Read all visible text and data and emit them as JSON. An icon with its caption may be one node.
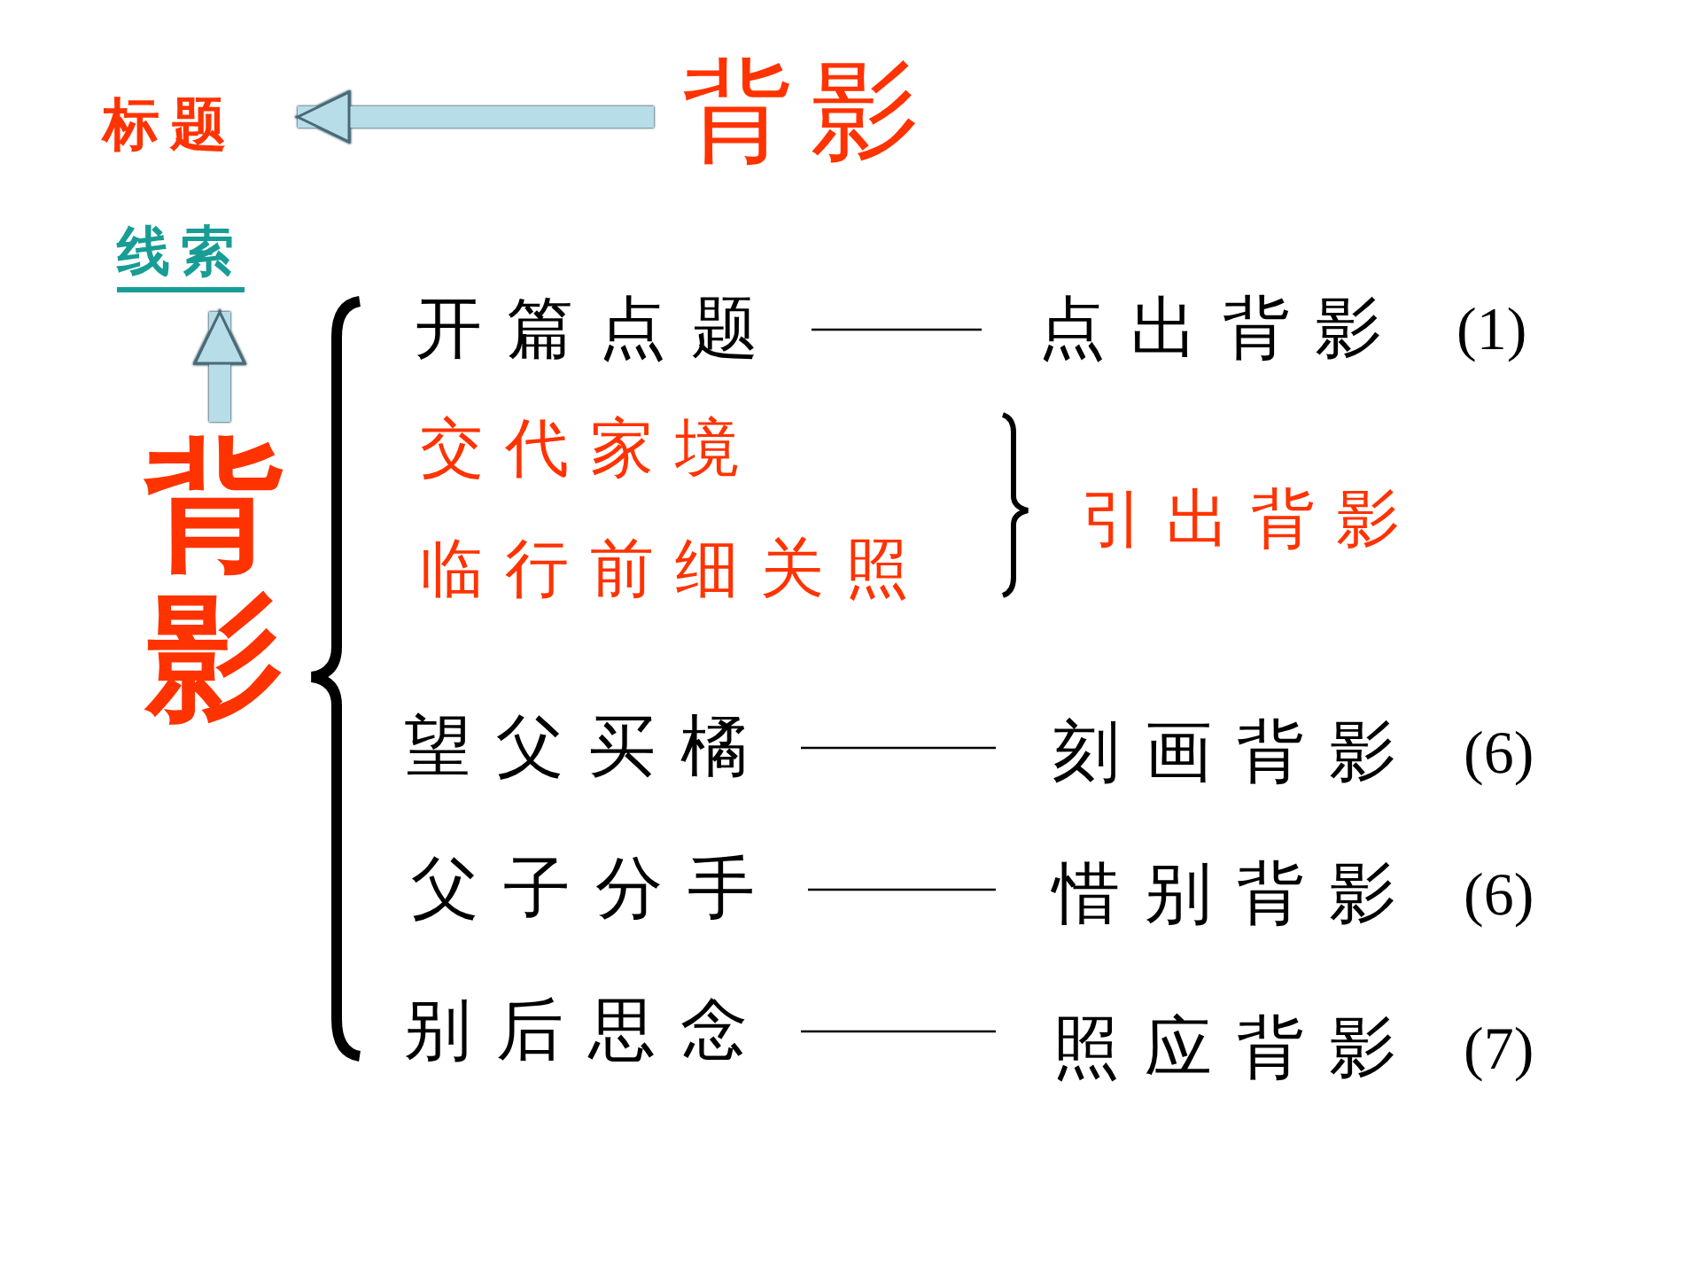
{
  "diagram": {
    "nodes": [
      {
        "text": [
          "标题"
        ]
      },
      {
        "text": [
          "背影"
        ]
      },
      {
        "text": [
          "线索"
        ]
      },
      {
        "text": [
          "背影"
        ]
      },
      {
        "text": [
          "开篇点题"
        ]
      },
      {
        "text": [
          "点出背影"
        ],
        "beside": [
          "(1)"
        ]
      },
      {
        "text": [
          "交代家境"
        ]
      },
      {
        "text": [
          "临行前细关照"
        ]
      },
      {
        "text": [
          "引出背影"
        ]
      },
      {
        "text": [
          "望父买橘"
        ]
      },
      {
        "text": [
          "刻画背影"
        ],
        "beside": [
          "(6)"
        ]
      },
      {
        "text": [
          "父子分手"
        ]
      },
      {
        "text": [
          "惜别背影"
        ],
        "beside": [
          "(6)"
        ]
      },
      {
        "text": [
          "别后思念"
        ]
      },
      {
        "text": [
          "照应背影"
        ],
        "beside": [
          "(7)"
        ]
      }
    ],
    "edges": [
      {
        "from": 1,
        "to": 0,
        "arrow": "to",
        "style": "thick",
        "color": "#b7dde8"
      },
      {
        "from": 3,
        "to": 2,
        "arrow": "to",
        "style": "thick",
        "color": "#b7dde8"
      },
      {
        "from": 4,
        "to": 5,
        "arrow": "none"
      },
      {
        "from": 9,
        "to": 10,
        "arrow": "none"
      },
      {
        "from": 11,
        "to": 12,
        "arrow": "none"
      },
      {
        "from": 13,
        "to": 14,
        "arrow": "none"
      }
    ]
  }
}
